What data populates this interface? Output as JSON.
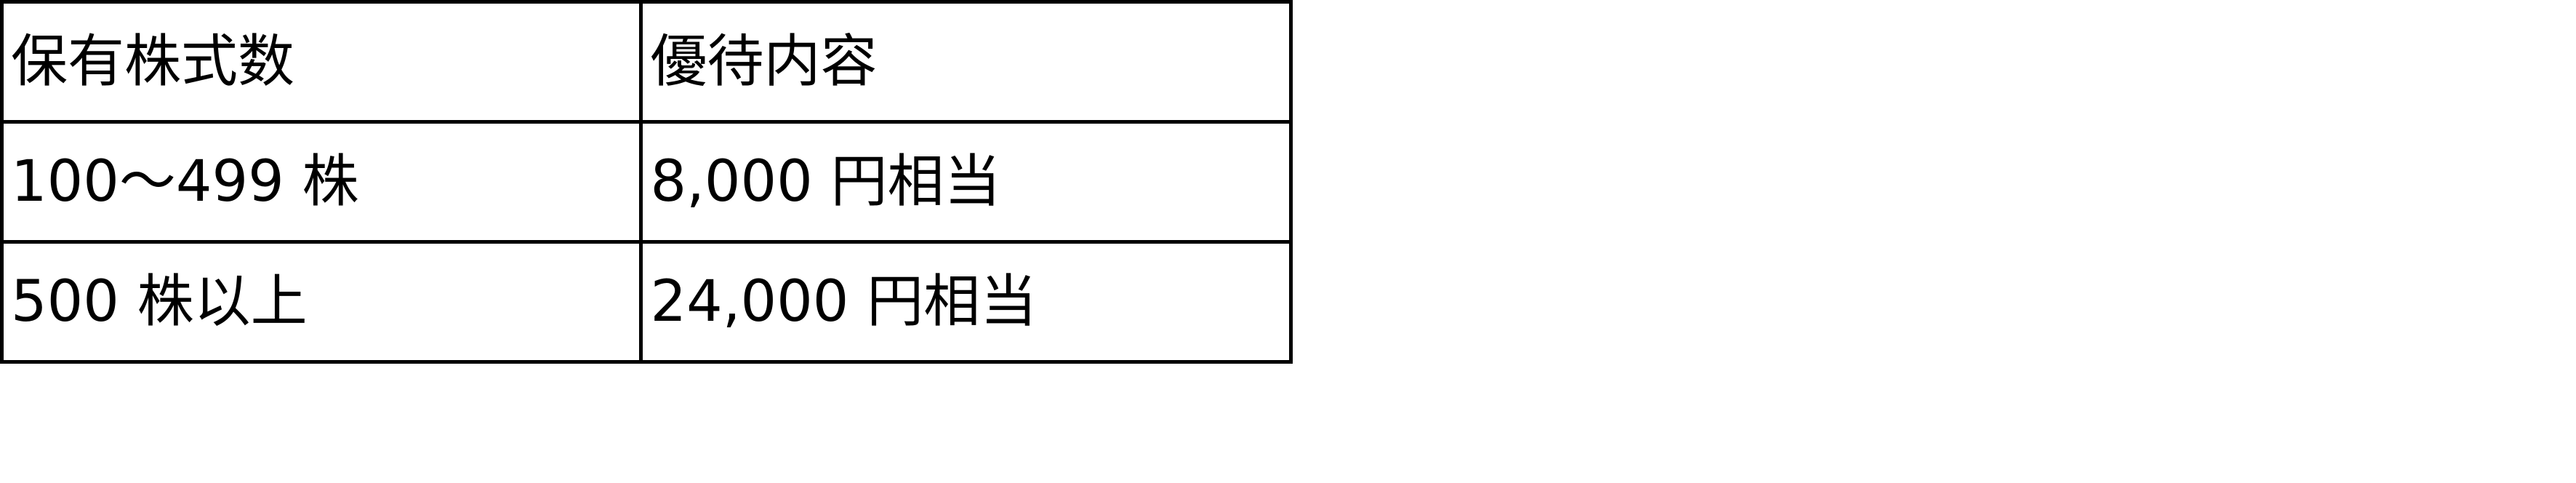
{
  "table": {
    "headers": [
      "保有株式数",
      "優待内容"
    ],
    "rows": [
      [
        "100～499 株",
        "8,000 円相当"
      ],
      [
        "500 株以上",
        "24,000 円相当"
      ]
    ]
  }
}
